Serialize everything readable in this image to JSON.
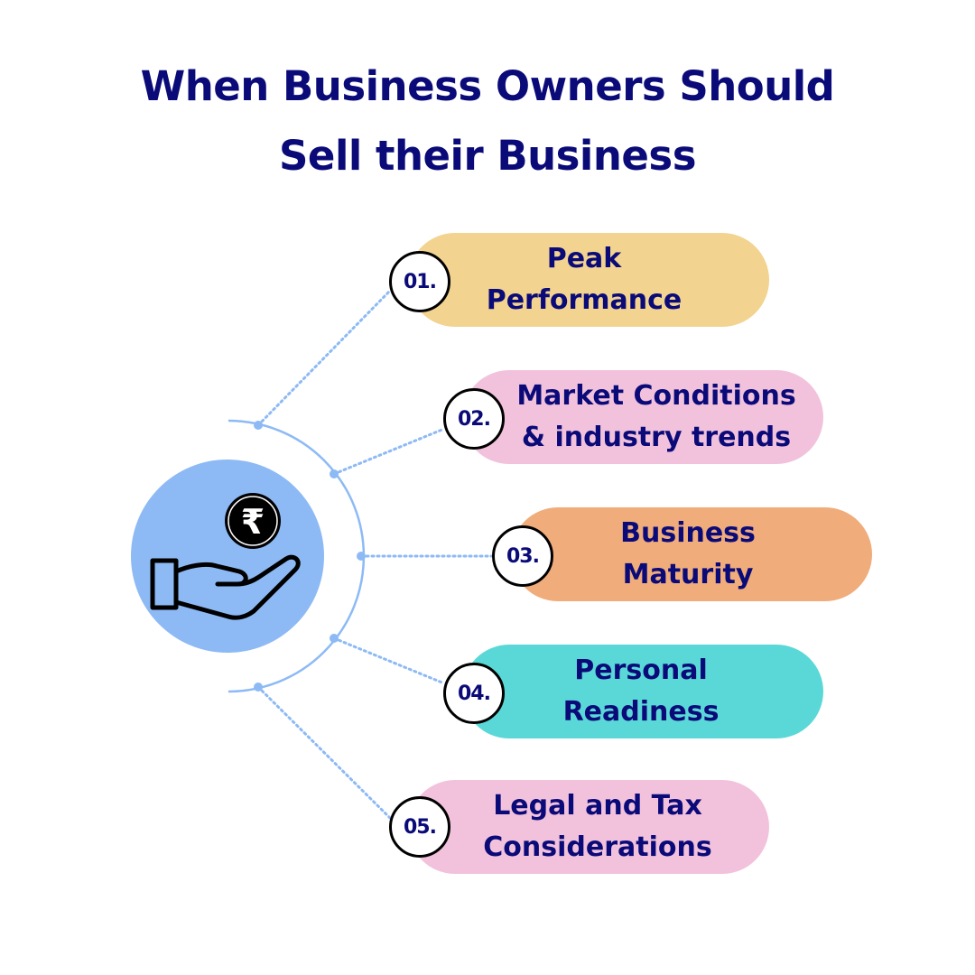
{
  "title": {
    "line1": "When Business Owners Should",
    "line2": "Sell their Business"
  },
  "hub": {
    "icon": "hand-rupee-icon",
    "symbol": "₹"
  },
  "steps": [
    {
      "number": "01.",
      "label": "Peak\nPerformance",
      "color": "#f2d38f"
    },
    {
      "number": "02.",
      "label": "Market Conditions\n& industry trends",
      "color": "#f2c2dc"
    },
    {
      "number": "03.",
      "label": "Business\nMaturity",
      "color": "#f0ac7a"
    },
    {
      "number": "04.",
      "label": "Personal\nReadiness",
      "color": "#5ad8d8"
    },
    {
      "number": "05.",
      "label": "Legal and Tax\nConsiderations",
      "color": "#f2c2dc"
    }
  ],
  "colors": {
    "title": "#0a0a78",
    "hub": "#8dbaf5",
    "connector": "#8dbaf5"
  }
}
